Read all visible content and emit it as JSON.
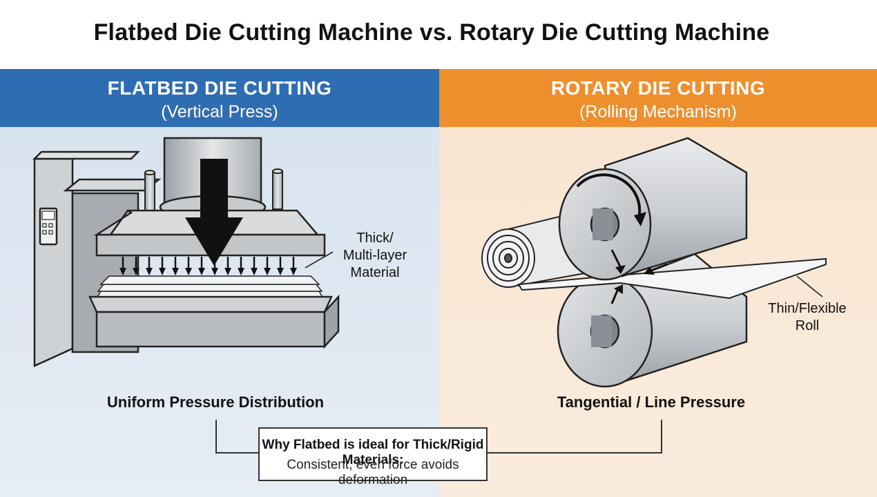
{
  "title": "Flatbed Die Cutting Machine vs. Rotary Die Cutting Machine",
  "flatbed": {
    "heading": "FLATBED DIE CUTTING",
    "subheading": "(Vertical Press)",
    "material_label_1": "Thick/",
    "material_label_2": "Multi-layer",
    "material_label_3": "Material",
    "caption": "Uniform Pressure Distribution",
    "color": "#2f6db3"
  },
  "rotary": {
    "heading": "ROTARY DIE CUTTING",
    "subheading": "(Rolling Mechanism)",
    "material_label_1": "Thin/Flexible",
    "material_label_2": "Roll",
    "caption": "Tangential / Line Pressure",
    "color": "#ee8f2e"
  },
  "note": {
    "title": "Why Flatbed is ideal for Thick/Rigid Materials:",
    "body": "Consistent, even force avoids deformation"
  }
}
